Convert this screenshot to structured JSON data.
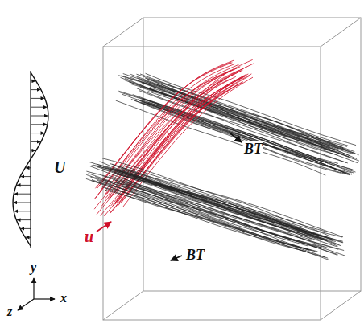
{
  "diagram": {
    "labels": [
      "U",
      "BT",
      "BT",
      "u",
      "y",
      "z",
      "x"
    ]
  }
}
